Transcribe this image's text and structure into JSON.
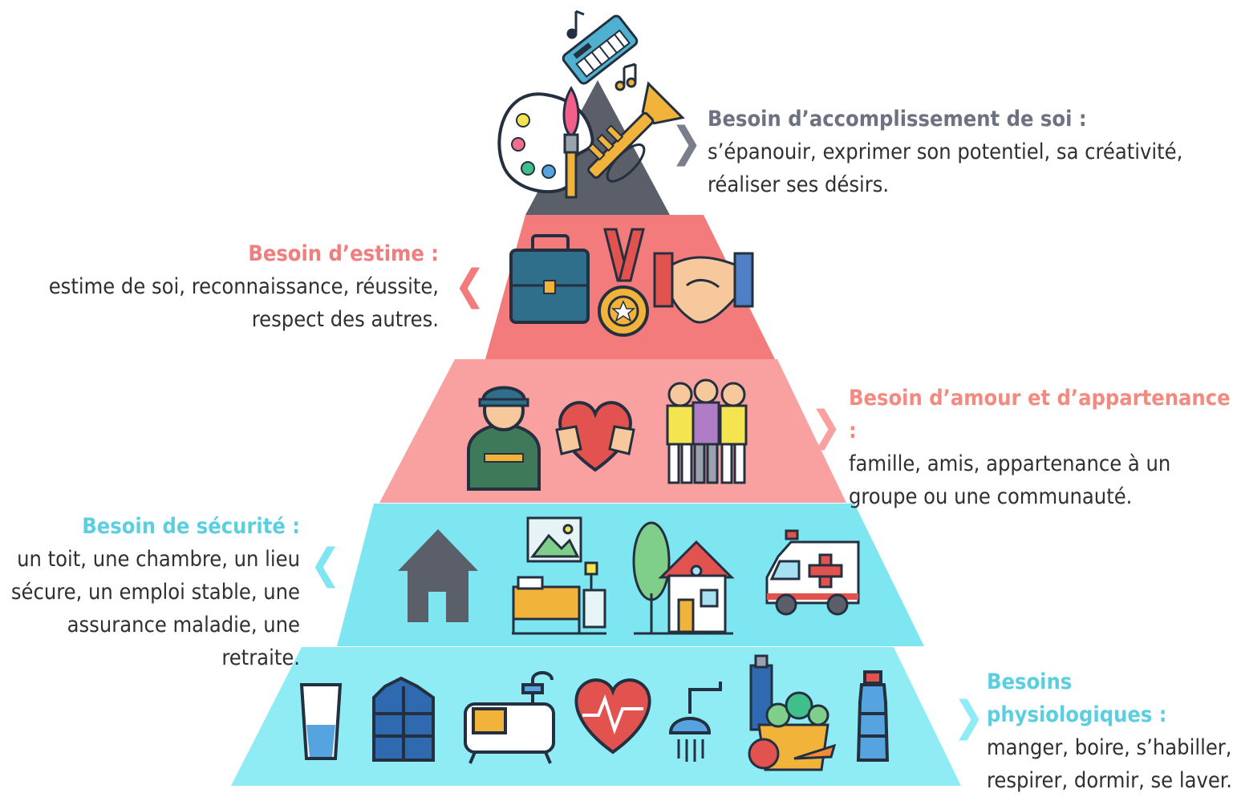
{
  "colors": {
    "top": "#5b5f69",
    "estime": "#f47b7b",
    "amour": "#f9a1a1",
    "securite": "#7ee6f1",
    "physio": "#8fecf5",
    "title_top": "#6d7180",
    "title_estime": "#ef7e7e",
    "title_amour": "#f28a80",
    "title_securite": "#5bcfe0",
    "title_physio": "#5bcfe0",
    "text": "#2e3033"
  },
  "levels": [
    {
      "id": "accomplissement",
      "title": "Besoin d’accomplissement de soi :",
      "lines": [
        "s’épanouir, exprimer son potentiel, sa créativité,",
        "réaliser ses désirs."
      ],
      "icons": [
        "keyboard-icon",
        "music-note-icon",
        "palette-icon",
        "paintbrush-icon",
        "trumpet-icon"
      ]
    },
    {
      "id": "estime",
      "title": "Besoin d’estime :",
      "lines": [
        "estime de soi, reconnaissance, réussite,",
        "respect des autres."
      ],
      "icons": [
        "briefcase-icon",
        "medal-icon",
        "handshake-icon"
      ]
    },
    {
      "id": "amour",
      "title": "Besoin d’amour et d’appartenance :",
      "lines": [
        "famille, amis, appartenance à un",
        "groupe ou une communauté."
      ],
      "icons": [
        "worker-icon",
        "heart-hands-icon",
        "family-icon"
      ]
    },
    {
      "id": "securite",
      "title": "Besoin de sécurité :",
      "lines": [
        "un toit, une chambre, un lieu",
        "sécure, un emploi stable, une",
        "assurance maladie, une retraite."
      ],
      "icons": [
        "house-icon",
        "bedroom-icon",
        "home-tree-icon",
        "ambulance-icon"
      ]
    },
    {
      "id": "physio",
      "title": "Besoins physiologiques :",
      "lines": [
        "manger, boire, s’habiller,",
        "respirer, dormir, se laver."
      ],
      "icons": [
        "water-glass-icon",
        "jacket-icon",
        "bathtub-icon",
        "heartbeat-icon",
        "shower-icon",
        "groceries-icon",
        "water-bottle-icon"
      ]
    }
  ],
  "chevrons": {
    "right": "❯",
    "left": "❮"
  }
}
